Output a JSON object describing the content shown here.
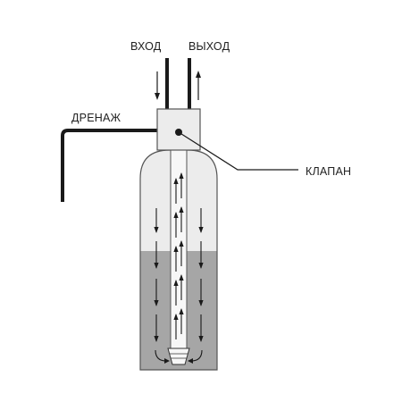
{
  "labels": {
    "inlet": "ВХОД",
    "outlet": "ВЫХОД",
    "drain": "ДРЕНАЖ",
    "valve": "КЛАПАН"
  },
  "colors": {
    "line": "#1a1a1a",
    "vessel_outline": "#555555",
    "vessel_empty": "#ececec",
    "vessel_filled": "#a6a6a6",
    "riser": "#f7f7f7",
    "valve_body": "#ececec",
    "arrow": "#1a1a1a"
  },
  "icons": {
    "valve_point": "circle-dot",
    "flow_arrows": "arrow"
  }
}
